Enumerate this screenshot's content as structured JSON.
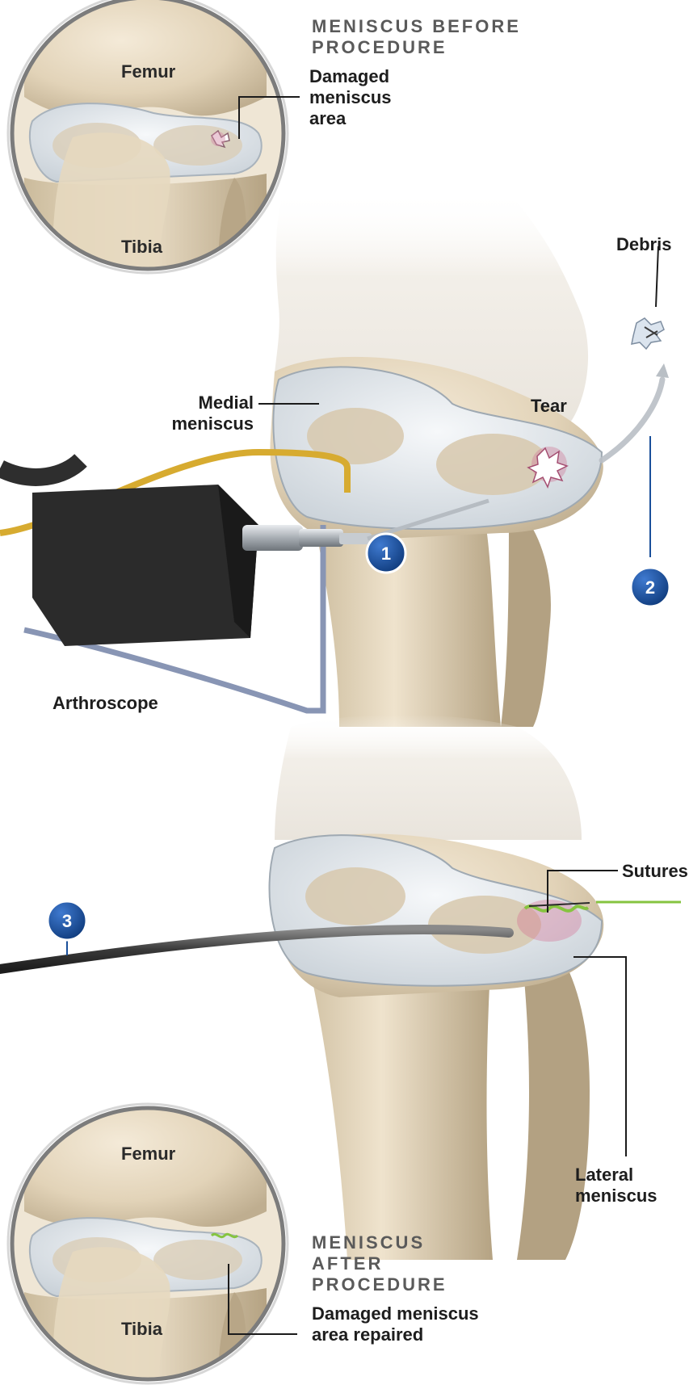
{
  "top_inset": {
    "heading": [
      "MENISCUS BEFORE",
      "PROCEDURE"
    ],
    "femur": "Femur",
    "tibia": "Tibia",
    "callout": [
      "Damaged",
      "meniscus",
      "area"
    ]
  },
  "step1": {
    "medial": [
      "Medial",
      "meniscus"
    ],
    "tear": "Tear",
    "debris": "Debris",
    "arthroscope": "Arthroscope",
    "badge1": "1",
    "badge2": "2"
  },
  "step3": {
    "badge3": "3",
    "sutures": "Sutures",
    "lateral": [
      "Lateral",
      "meniscus"
    ]
  },
  "bottom_inset": {
    "heading": [
      "MENISCUS",
      "AFTER",
      "PROCEDURE"
    ],
    "femur": "Femur",
    "tibia": "Tibia",
    "callout": [
      "Damaged meniscus",
      "area repaired"
    ]
  },
  "colors": {
    "bone": "#e8dcc6",
    "bone_shadow": "#b9a88a",
    "meniscus": "#e6ecf2",
    "cartilage": "#d4d8db",
    "badge": "#1a4f9a",
    "suture": "#86c440",
    "tear": "#c83c6a",
    "scope_body": "#2c2c2c",
    "scope_cable": "#d4a92e",
    "line": "#1b1b1b"
  }
}
